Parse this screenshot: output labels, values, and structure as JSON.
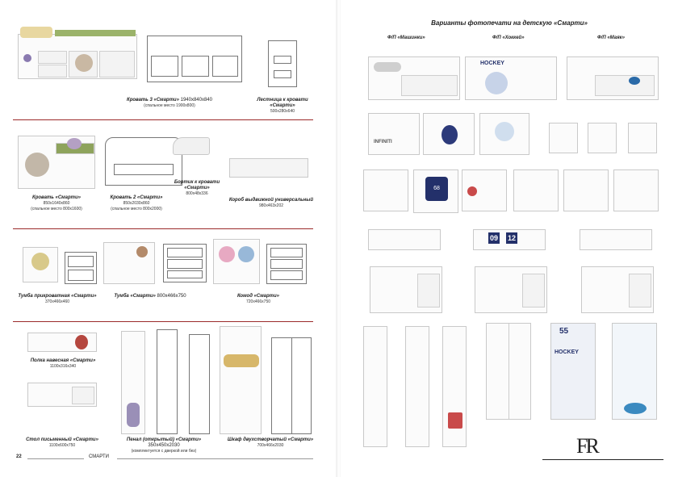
{
  "left_page": {
    "products": [
      {
        "name": "Кровать 3 «Смарти»",
        "dims": "1940x840x840",
        "note": "(спальное место 1900x800)"
      },
      {
        "name": "Лестница к кровати «Смарти»",
        "dims": "500x280x640",
        "note": ""
      },
      {
        "name": "Кровать «Смарти»",
        "dims": "850x1640x860",
        "note": "(спальное место 800x1600)"
      },
      {
        "name": "Кровать 2 «Смарти»",
        "dims": "850x2030x860",
        "note": "(спальное место 800x2000)"
      },
      {
        "name": "Бортик к кровати «Смарти»",
        "dims": "800x48x336",
        "note": ""
      },
      {
        "name": "Короб выдвижной универсальный",
        "dims": "980x463x202",
        "note": ""
      },
      {
        "name": "Тумба прикроватная «Смарти»",
        "dims": "370x466x460",
        "note": ""
      },
      {
        "name": "Тумба «Смарти»",
        "dims": "800x466x750",
        "note": ""
      },
      {
        "name": "Комод «Смарти»",
        "dims": "720x466x750",
        "note": ""
      },
      {
        "name": "Полка навесная «Смарти»",
        "dims": "1100x316x340",
        "note": ""
      },
      {
        "name": "Стол письменный «Смарти»",
        "dims": "1100x600x750",
        "note": ""
      },
      {
        "name": "Пенал (открытый) «Смарти»",
        "dims": "350x450x2030",
        "note": "(комплектуется с дверкой или без)"
      },
      {
        "name": "Шкаф двухстворчатый «Смарти»",
        "dims": "700x466x2030",
        "note": ""
      }
    ],
    "footer": {
      "page_number": "22",
      "section": "СМАРТИ"
    }
  },
  "right_page": {
    "title": "Варианты фотопечати на детскую «Смарти»",
    "columns": [
      "Ф/П «Машинки»",
      "Ф/П «Хоккей»",
      "Ф/П «Маяк»"
    ],
    "print_texts": {
      "infiniti": "INFINITI",
      "hockey": "HOCKEY",
      "num_left": "55",
      "clock_hours": "09",
      "clock_minutes": "12",
      "jersey_number": "68"
    },
    "logo": "FR"
  },
  "colors": {
    "accent_line": "#9b2a2a",
    "hockey_navy": "#23306a",
    "marine_blue": "#2a6aa8",
    "cars_gray": "#777777"
  }
}
